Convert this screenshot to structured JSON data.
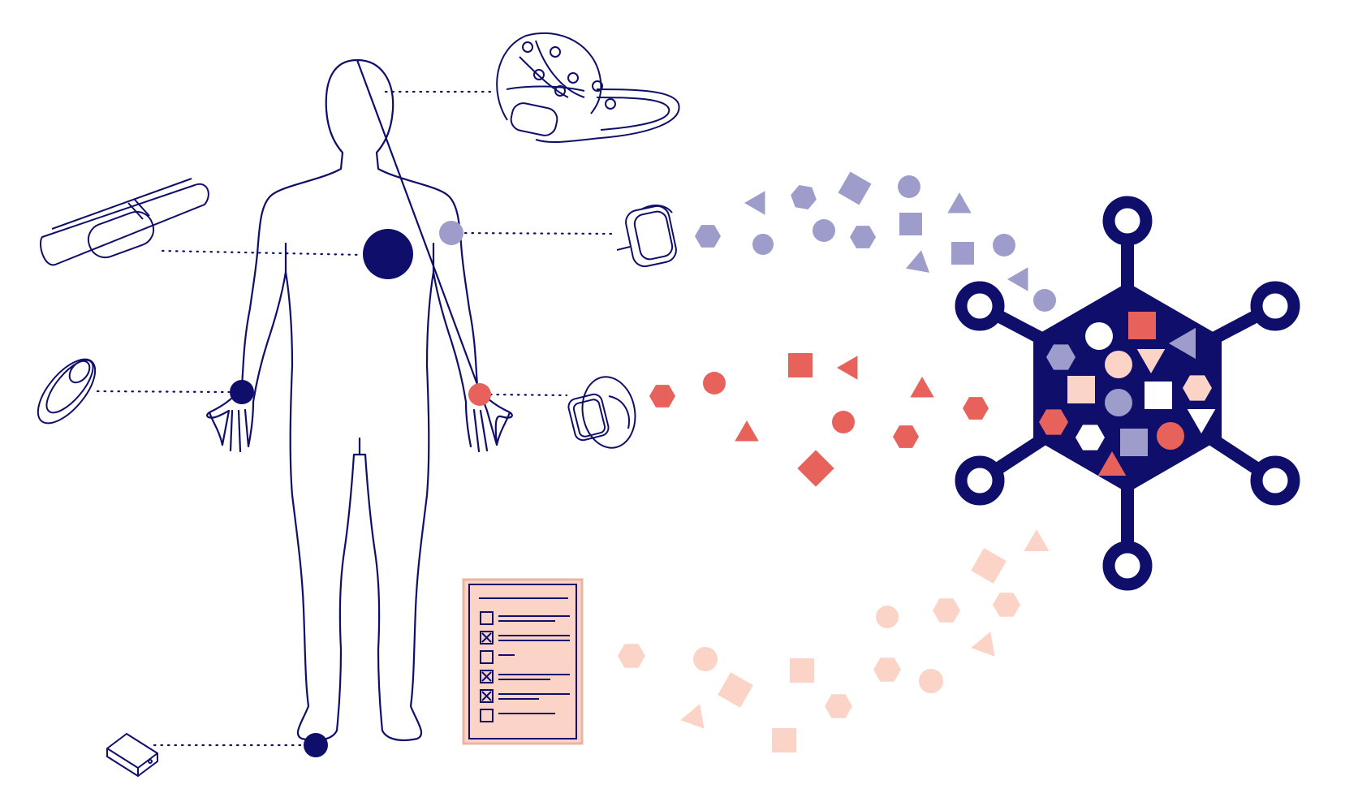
{
  "colors": {
    "navy": "#0f0f6b",
    "lavender": "#9d9ccb",
    "coral": "#e8625c",
    "peach": "#fbd4c7",
    "white": "#ffffff"
  },
  "diagram": {
    "subject": "human-body-outline",
    "devices": [
      {
        "name": "eeg-headset",
        "icon": "eeg-headset-icon",
        "attach": "head-point"
      },
      {
        "name": "chest-strap",
        "icon": "chest-strap-icon",
        "attach": "chest-point"
      },
      {
        "name": "arm-sensor",
        "icon": "arm-sensor-icon",
        "attach": "arm-point",
        "stream": "lavender-stream"
      },
      {
        "name": "wrist-band",
        "icon": "wrist-band-icon",
        "attach": "right-wrist-point"
      },
      {
        "name": "smart-watch",
        "icon": "smart-watch-icon",
        "attach": "left-wrist-point",
        "stream": "coral-stream"
      },
      {
        "name": "ankle-sensor",
        "icon": "ankle-sensor-icon",
        "attach": "ankle-point"
      },
      {
        "name": "questionnaire",
        "icon": "questionnaire-icon",
        "stream": "peach-stream",
        "checkboxes": [
          false,
          true,
          false,
          true,
          true,
          false
        ]
      }
    ],
    "hub": {
      "name": "data-hub",
      "icon": "data-hub-icon",
      "nodes": 6
    }
  }
}
